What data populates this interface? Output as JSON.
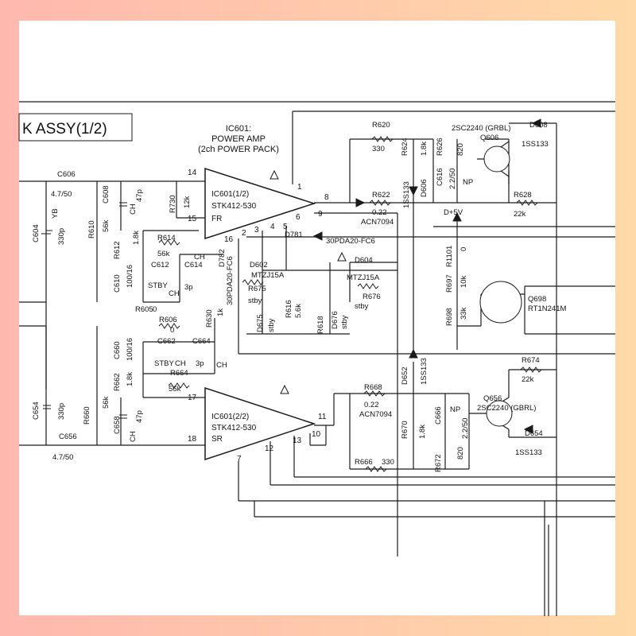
{
  "colors": {
    "border_left": "#ffc2b8",
    "border_right": "#ffd2b0",
    "paper": "#ffffff",
    "ink": "#1a1a1a"
  },
  "title": "K ASSY(1/2)",
  "ic": {
    "header": [
      "IC601:",
      "POWER AMP",
      "(2ch POWER PACK)"
    ],
    "upper": {
      "name": "IC601(1/2)",
      "part": "STK412-530",
      "ch": "FR"
    },
    "lower": {
      "name": "IC601(2/2)",
      "part": "STK412-530",
      "ch": "SR"
    },
    "pins": [
      "14",
      "15",
      "1",
      "8",
      "9",
      "6",
      "5",
      "4",
      "3",
      "2",
      "16",
      "17",
      "18",
      "7",
      "12",
      "13",
      "10",
      "11"
    ]
  },
  "labels": [
    "C606",
    "4.7/50",
    "C608",
    "CH",
    "47p",
    "C604",
    "YB",
    "330p",
    "R610",
    "56k",
    "R612",
    "1.8k",
    "R730",
    "12k",
    "R614",
    "56k",
    "C612",
    "C614",
    "CH",
    "STBY",
    "CH",
    "3p",
    "C610",
    "100/16",
    "R605",
    "0",
    "D782",
    "30PDA20-FC6",
    "D602",
    "MTZJ15A",
    "R675",
    "stby",
    "R616",
    "5.6k",
    "D675",
    "stby",
    "R618",
    "D676",
    "stby",
    "R620",
    "330",
    "R624",
    "1.8k",
    "R626",
    "820",
    "R622",
    "0.22",
    "ACN7094",
    "D781",
    "30PDA20-FC6",
    "D604",
    "MTZJ15A",
    "R676",
    "stby",
    "1SS133",
    "D606",
    "C616",
    "2.2/50",
    "NP",
    "D+5V",
    "R628",
    "22k",
    "2SC2240 (GRBL)",
    "Q606",
    "D608",
    "1SS133",
    "R1101",
    "0",
    "R697",
    "10k",
    "R698",
    "33k",
    "Q698",
    "RT1N241M",
    "R606",
    "0",
    "R630",
    "1k",
    "C662",
    "C664",
    "STBY",
    "CH",
    "3p",
    "CH",
    "C660",
    "100/16",
    "R664",
    "56k",
    "R662",
    "1.8k",
    "C654",
    "330p",
    "R660",
    "56k",
    "C658",
    "CH",
    "47p",
    "C656",
    "4.7/50",
    "D652",
    "1SS133",
    "R668",
    "0.22",
    "ACN7094",
    "R670",
    "1.8k",
    "C666",
    "NP",
    "2.2/50",
    "R672",
    "820",
    "R666",
    "330",
    "R674",
    "22k",
    "Q656",
    "2SC2240 (GBRL)",
    "D654",
    "1SS133"
  ]
}
